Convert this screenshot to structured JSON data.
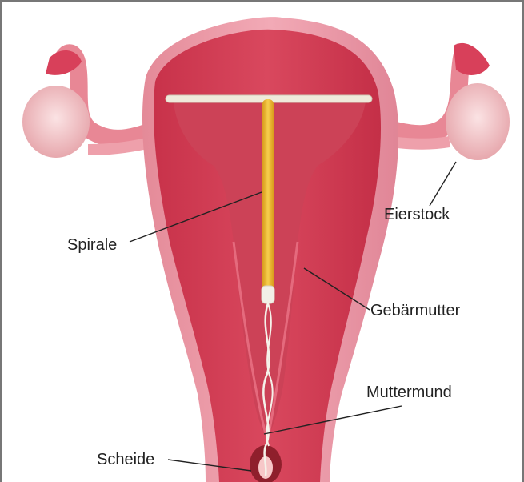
{
  "diagram": {
    "labels": {
      "eierstock": "Eierstock",
      "spirale": "Spirale",
      "gebaermutter": "Gebärmutter",
      "muttermund": "Muttermund",
      "scheide": "Scheide"
    }
  }
}
